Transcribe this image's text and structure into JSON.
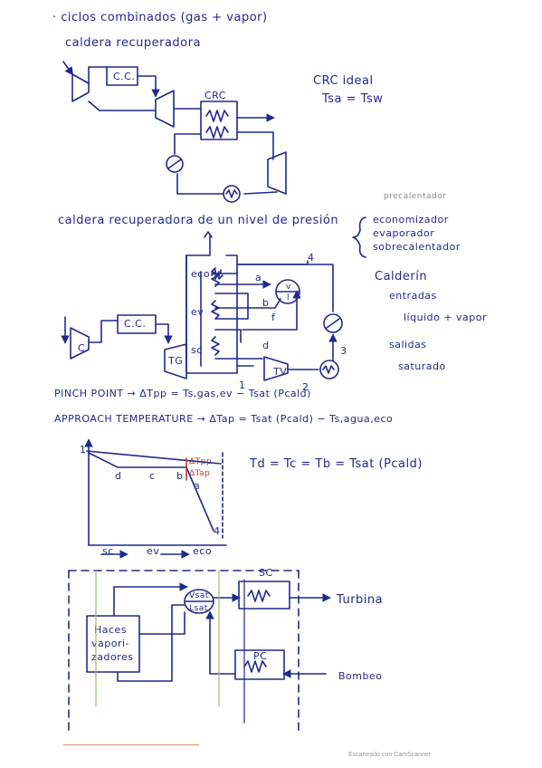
{
  "header": {
    "title": "· ciclos combinados (gas + vapor)",
    "subtitle": "caldera recuperadora"
  },
  "diagram1": {
    "cc_label": "C.C.",
    "crc_label": "CRC",
    "ideal_title": "CRC ideal",
    "ideal_eq": "Tsa = Tsw"
  },
  "section2": {
    "title": "caldera recuperadora de un nivel de presión",
    "precalentador_note": "precalentador",
    "parts": [
      "economizador",
      "evaporador",
      "sobrecalentador"
    ],
    "calderin_title": "Calderín",
    "calderin_items": [
      "entradas",
      "líquido + vapor",
      "salidas",
      "saturado"
    ],
    "labels": {
      "eco": "eco",
      "ev": "ev",
      "sc": "sc",
      "cc": "C.C.",
      "c": "C",
      "tg": "TG",
      "tv": "TV",
      "p4": "4",
      "p3": "3",
      "p2": "2",
      "p1": "1",
      "a": "a",
      "b": "b",
      "f": "f",
      "d": "d",
      "v": "v",
      "l": "l"
    }
  },
  "formulas": {
    "pinch": "PINCH POINT → ΔTpp = Ts,gas,ev − Tsat (Pcald)",
    "approach": "APPROACH TEMPERATURE → ΔTap = Tsat (Pcald) − Ts,agua,eco"
  },
  "graph": {
    "point_labels": {
      "p1": "1",
      "d": "d",
      "c": "c",
      "b": "b",
      "a": "a",
      "p4": "4"
    },
    "dtpp": "ΔTpp",
    "dtap": "ΔTap",
    "xaxis": [
      "sc",
      "ev",
      "eco"
    ],
    "equation": "Td = Tc = Tb = Tsat (Pcald)"
  },
  "diagram3": {
    "drum_top": "Vsat",
    "drum_bottom": "Lsat",
    "sc": "SC",
    "pc": "PC",
    "haces": [
      "Haces",
      "vapori-",
      "zadores"
    ],
    "turbina": "Turbina",
    "bombeo": "Bombeo"
  },
  "footer": "Escaneado con CamScanner",
  "colors": {
    "ink": "#1f2a8a",
    "red": "#c0392b",
    "green": "#9bbf6a"
  }
}
